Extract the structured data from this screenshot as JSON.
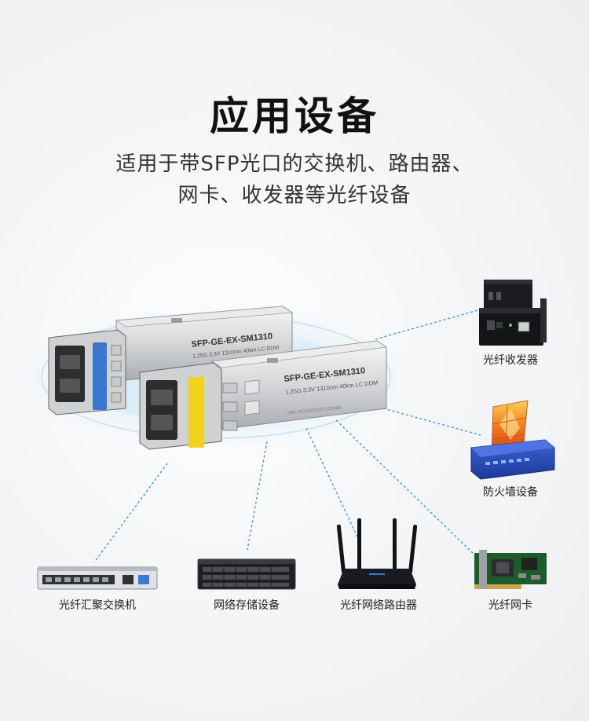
{
  "header": {
    "title": "应用设备",
    "subtitle_line1": "适用于带SFP光口的交换机、路由器、",
    "subtitle_line2": "网卡、收发器等光纤设备"
  },
  "module_back": {
    "model": "SFP-GE-EX-SM1310",
    "spec": "1.25G 3.3V 1310nm 40km LC DDM",
    "latch_color": "#3a78d0"
  },
  "module_front": {
    "model": "SFP-GE-EX-SM1310",
    "spec": "1.25G 3.3V 1310nm 40km LC DDM",
    "serial": "S/N: HC20201107101480",
    "latch_color": "#f2d21c"
  },
  "devices": [
    {
      "id": "media-converter",
      "label": "光纤收发器"
    },
    {
      "id": "firewall",
      "label": "防火墙设备"
    },
    {
      "id": "aggregation-switch",
      "label": "光纤汇聚交换机"
    },
    {
      "id": "network-storage",
      "label": "网络存储设备"
    },
    {
      "id": "router",
      "label": "光纤网络路由器"
    },
    {
      "id": "nic",
      "label": "光纤网卡"
    }
  ],
  "colors": {
    "dashed_line": "#3d8ede",
    "glow": "#bcdcef"
  }
}
